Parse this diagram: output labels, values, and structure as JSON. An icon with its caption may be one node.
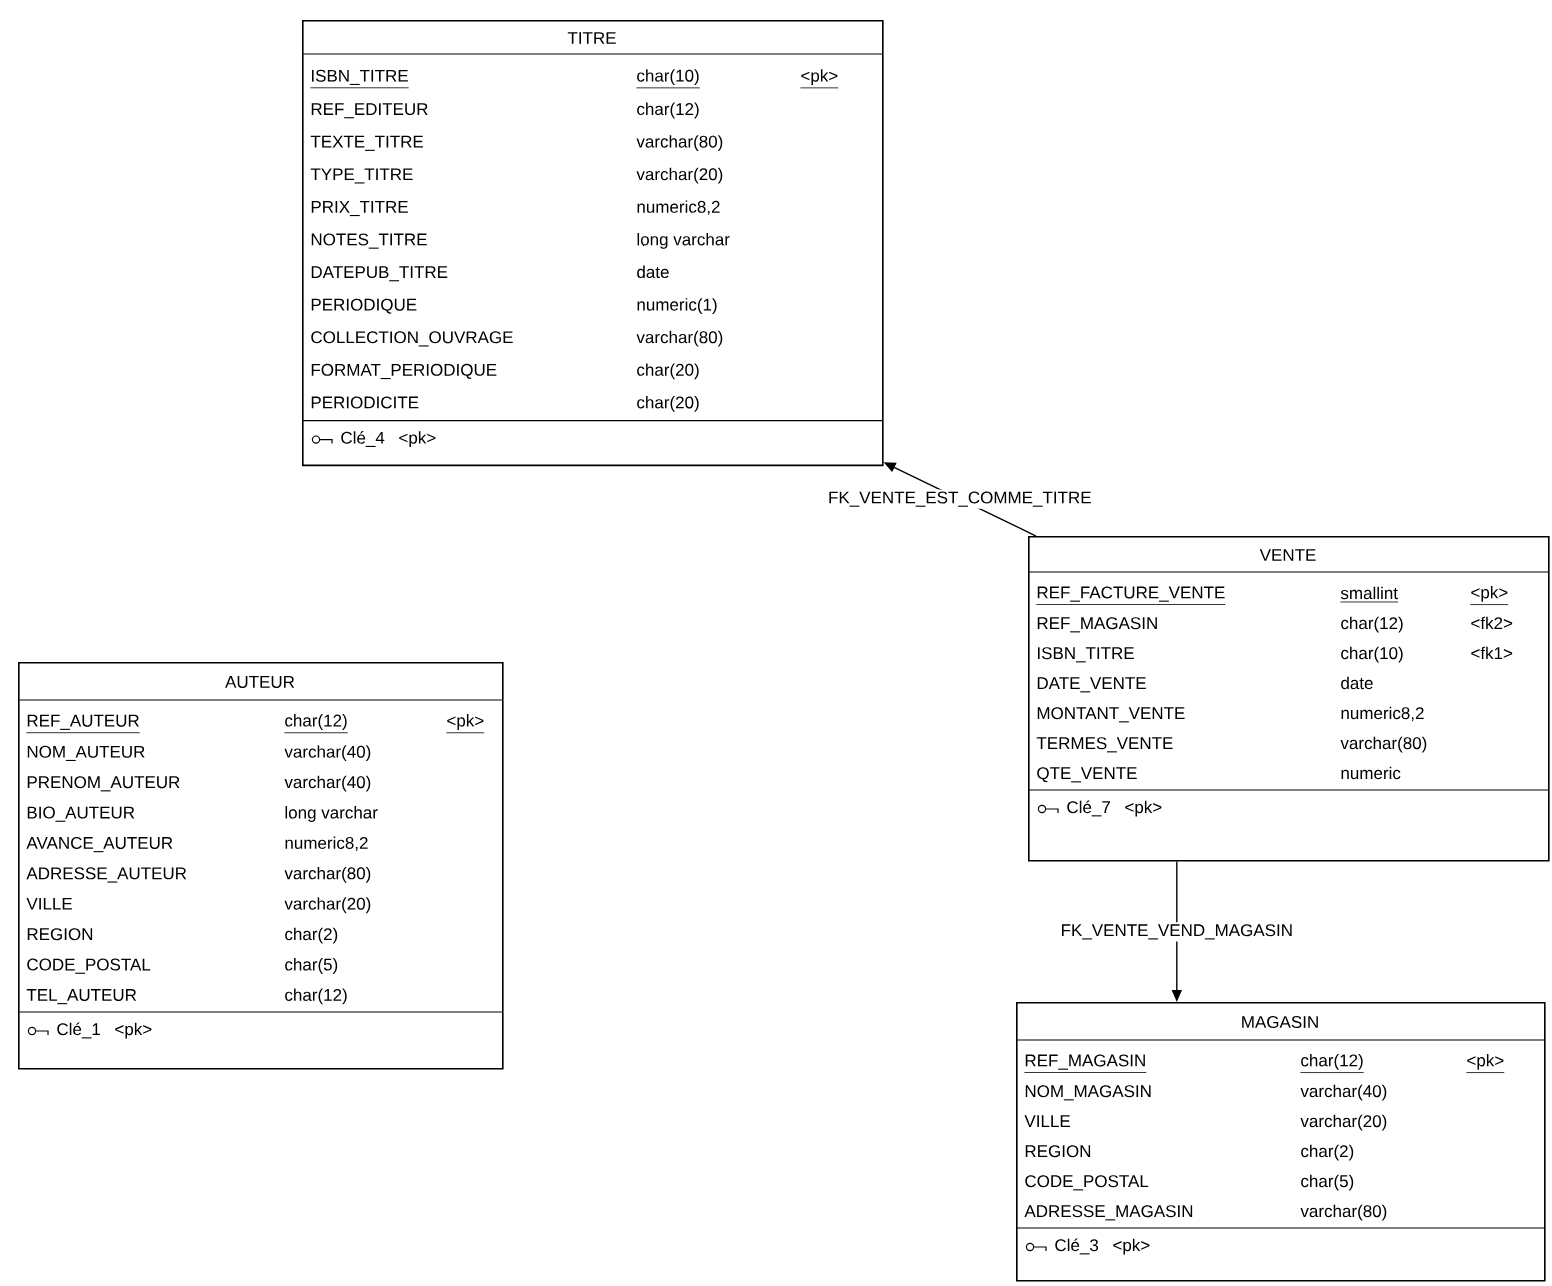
{
  "diagram": {
    "nodes": [
      {
        "text": [
          "TITRE"
        ]
      },
      {
        "text": [
          "ISBN_TITRE",
          "char(10)",
          "<pk>"
        ],
        "in": 0
      },
      {
        "text": [
          "REF_EDITEUR",
          "char(12)"
        ],
        "in": 0
      },
      {
        "text": [
          "TEXTE_TITRE",
          "varchar(80)"
        ],
        "in": 0
      },
      {
        "text": [
          "TYPE_TITRE",
          "varchar(20)"
        ],
        "in": 0
      },
      {
        "text": [
          "PRIX_TITRE",
          "numeric8,2"
        ],
        "in": 0
      },
      {
        "text": [
          "NOTES_TITRE",
          "long varchar"
        ],
        "in": 0
      },
      {
        "text": [
          "DATEPUB_TITRE",
          "date"
        ],
        "in": 0
      },
      {
        "text": [
          "PERIODIQUE",
          "numeric(1)"
        ],
        "in": 0
      },
      {
        "text": [
          "COLLECTION_OUVRAGE",
          "varchar(80)"
        ],
        "in": 0
      },
      {
        "text": [
          "FORMAT_PERIODIQUE",
          "char(20)"
        ],
        "in": 0
      },
      {
        "text": [
          "PERIODICITE",
          "char(20)"
        ],
        "in": 0
      },
      {
        "text": [
          "Clé_4",
          "<pk>"
        ],
        "in": 0
      },
      {
        "text": [
          "AUTEUR"
        ]
      },
      {
        "text": [
          "REF_AUTEUR",
          "char(12)",
          "<pk>"
        ],
        "in": 13
      },
      {
        "text": [
          "NOM_AUTEUR",
          "varchar(40)"
        ],
        "in": 13
      },
      {
        "text": [
          "PRENOM_AUTEUR",
          "varchar(40)"
        ],
        "in": 13
      },
      {
        "text": [
          "BIO_AUTEUR",
          "long varchar"
        ],
        "in": 13
      },
      {
        "text": [
          "AVANCE_AUTEUR",
          "numeric8,2"
        ],
        "in": 13
      },
      {
        "text": [
          "ADRESSE_AUTEUR",
          "varchar(80)"
        ],
        "in": 13
      },
      {
        "text": [
          "VILLE",
          "varchar(20)"
        ],
        "in": 13
      },
      {
        "text": [
          "REGION",
          "char(2)"
        ],
        "in": 13
      },
      {
        "text": [
          "CODE_POSTAL",
          "char(5)"
        ],
        "in": 13
      },
      {
        "text": [
          "TEL_AUTEUR",
          "char(12)"
        ],
        "in": 13
      },
      {
        "text": [
          "Clé_1",
          "<pk>"
        ],
        "in": 13
      },
      {
        "text": [
          "VENTE"
        ]
      },
      {
        "text": [
          "REF_FACTURE_VENTE",
          "smallint",
          "<pk>"
        ],
        "in": 25
      },
      {
        "text": [
          "REF_MAGASIN",
          "char(12)",
          "<fk2>"
        ],
        "in": 25
      },
      {
        "text": [
          "ISBN_TITRE",
          "char(10)",
          "<fk1>"
        ],
        "in": 25
      },
      {
        "text": [
          "DATE_VENTE",
          "date"
        ],
        "in": 25
      },
      {
        "text": [
          "MONTANT_VENTE",
          "numeric8,2"
        ],
        "in": 25
      },
      {
        "text": [
          "TERMES_VENTE",
          "varchar(80)"
        ],
        "in": 25
      },
      {
        "text": [
          "QTE_VENTE",
          "numeric"
        ],
        "in": 25
      },
      {
        "text": [
          "Clé_7",
          "<pk>"
        ],
        "in": 25
      },
      {
        "text": [
          "MAGASIN"
        ]
      },
      {
        "text": [
          "REF_MAGASIN",
          "char(12)",
          "<pk>"
        ],
        "in": 34
      },
      {
        "text": [
          "NOM_MAGASIN",
          "varchar(40)"
        ],
        "in": 34
      },
      {
        "text": [
          "VILLE",
          "varchar(20)"
        ],
        "in": 34
      },
      {
        "text": [
          "REGION",
          "char(2)"
        ],
        "in": 34
      },
      {
        "text": [
          "CODE_POSTAL",
          "char(5)"
        ],
        "in": 34
      },
      {
        "text": [
          "ADRESSE_MAGASIN",
          "varchar(80)"
        ],
        "in": 34
      },
      {
        "text": [
          "Clé_3",
          "<pk>"
        ],
        "in": 34
      }
    ],
    "edges": [
      {
        "from": 25,
        "to": 0,
        "arrow": "to",
        "label": "FK_VENTE_EST_COMME_TITRE"
      },
      {
        "from": 25,
        "to": 34,
        "arrow": "to",
        "label": "FK_VENTE_VEND_MAGASIN"
      }
    ]
  }
}
